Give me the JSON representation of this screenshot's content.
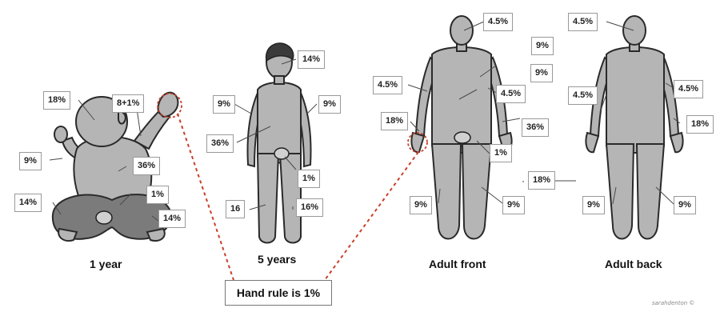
{
  "figures": {
    "infant": {
      "caption": "1 year",
      "labels": {
        "head": "18%",
        "arm_up": "8+1%",
        "arm_side": "9%",
        "trunk": "36%",
        "groin": "1%",
        "leg_left": "14%",
        "leg_right": "14%"
      }
    },
    "child": {
      "caption": "5 years",
      "labels": {
        "head": "14%",
        "arm_left": "9%",
        "arm_right": "9%",
        "trunk": "36%",
        "groin": "1%",
        "leg_left": "16",
        "leg_right": "16%"
      }
    },
    "adult_front": {
      "caption": "Adult front",
      "labels": {
        "head": "4.5%",
        "head_back": "9%",
        "arm_left": "4.5%",
        "chest": "9%",
        "arm_right": "4.5%",
        "hand": "18%",
        "trunk": "36%",
        "groin": "1%",
        "legs_total": "18%",
        "leg_left": "9%",
        "leg_right": "9%"
      }
    },
    "adult_back": {
      "caption": "Adult back",
      "labels": {
        "head": "4.5%",
        "arm_left": "4.5%",
        "arm_right": "4.5%",
        "back": "18%",
        "leg_left": "9%",
        "leg_right": "9%"
      }
    }
  },
  "hand_rule": "Hand rule is 1%",
  "credit": "sarahdenton ©",
  "colors": {
    "body": "#b5b5b5",
    "outline": "#2a2a2a",
    "dashed_highlight": "#c8402a"
  }
}
